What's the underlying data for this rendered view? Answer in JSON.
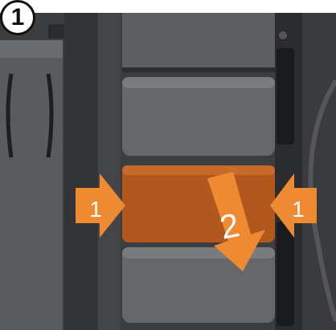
{
  "step": {
    "number": "1"
  },
  "callouts": {
    "left_arrow_label": "1",
    "right_arrow_label": "1",
    "down_arrow_label": "2"
  },
  "colors": {
    "background": "#ffffff",
    "case_dark": "#3c3d3f",
    "panel_light": "#6e6f71",
    "highlight_bay": "#b2571e",
    "arrow": "#ee8a32",
    "arrow_text": "#ffffff"
  },
  "illustration": {
    "subject": "drive-bay-removal",
    "icons": [
      "left-press-arrow",
      "right-press-arrow",
      "pull-down-arrow"
    ]
  }
}
